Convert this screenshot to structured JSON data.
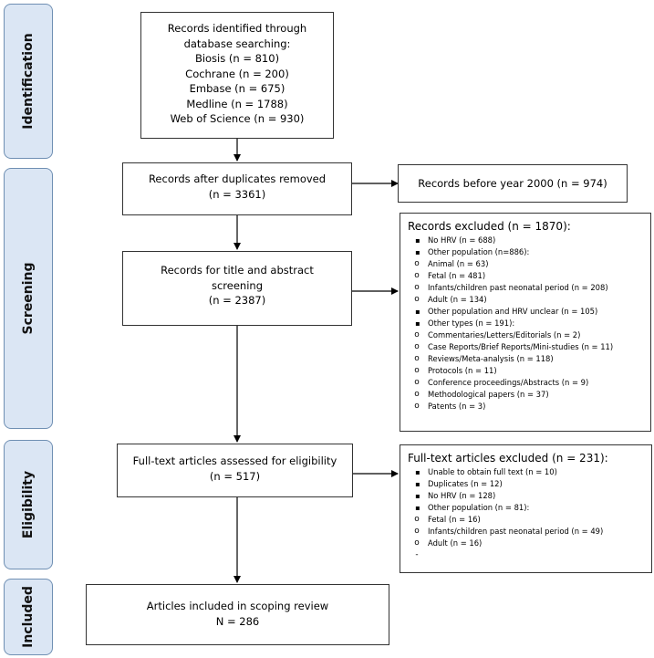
{
  "phases": {
    "identification": "Identification",
    "screening": "Screening",
    "eligibility": "Eligibility",
    "included": "Included"
  },
  "identified": {
    "line1": "Records identified through",
    "line2": "database searching:",
    "sources": [
      "Biosis (n = 810)",
      "Cochrane (n = 200)",
      "Embase (n = 675)",
      "Medline (n = 1788)",
      "Web of Science (n = 930)"
    ]
  },
  "duplicates_removed": {
    "line1": "Records after duplicates removed",
    "line2": "(n = 3361)"
  },
  "before_2000": {
    "text": "Records before year 2000 (n = 974)"
  },
  "screening_box": {
    "line1": "Records for title and abstract",
    "line2": "screening",
    "line3": "(n = 2387)"
  },
  "excluded_screening": {
    "title": "Records excluded (n = 1870):",
    "items": [
      {
        "level": 1,
        "marker": "▪",
        "text": "No HRV (n = 688)"
      },
      {
        "level": 1,
        "marker": "▪",
        "text": "Other population (n=886):"
      },
      {
        "level": 2,
        "marker": "o",
        "text": "Animal (n = 63)"
      },
      {
        "level": 2,
        "marker": "o",
        "text": "Fetal (n = 481)"
      },
      {
        "level": 2,
        "marker": "o",
        "text": "Infants/children past neonatal period (n = 208)"
      },
      {
        "level": 2,
        "marker": "o",
        "text": "Adult (n = 134)"
      },
      {
        "level": 1,
        "marker": "▪",
        "text": "Other population and HRV unclear (n = 105)"
      },
      {
        "level": 1,
        "marker": "▪",
        "text": "Other types (n = 191):"
      },
      {
        "level": 2,
        "marker": "o",
        "text": "Commentaries/Letters/Editorials (n = 2)"
      },
      {
        "level": 2,
        "marker": "o",
        "text": "Case Reports/Brief Reports/Mini-studies (n = 11)"
      },
      {
        "level": 2,
        "marker": "o",
        "text": "Reviews/Meta-analysis (n = 118)"
      },
      {
        "level": 2,
        "marker": "o",
        "text": "Protocols (n = 11)"
      },
      {
        "level": 2,
        "marker": "o",
        "text": "Conference proceedings/Abstracts (n = 9)"
      },
      {
        "level": 2,
        "marker": "o",
        "text": "Methodological papers (n = 37)"
      },
      {
        "level": 2,
        "marker": "o",
        "text": "Patents (n = 3)"
      }
    ]
  },
  "fulltext_box": {
    "line1": "Full-text articles assessed for eligibility",
    "line2": "(n = 517)"
  },
  "excluded_fulltext": {
    "title": "Full-text articles excluded (n = 231):",
    "items": [
      {
        "level": 1,
        "marker": "▪",
        "text": "Unable to obtain full text (n = 10)"
      },
      {
        "level": 1,
        "marker": "▪",
        "text": "Duplicates (n = 12)"
      },
      {
        "level": 1,
        "marker": "▪",
        "text": "No HRV (n = 128)"
      },
      {
        "level": 1,
        "marker": "▪",
        "text": "Other population (n = 81):"
      },
      {
        "level": 2,
        "marker": "o",
        "text": "Fetal (n = 16)"
      },
      {
        "level": 2,
        "marker": "o",
        "text": "Infants/children past neonatal period (n = 49)"
      },
      {
        "level": 2,
        "marker": "o",
        "text": "Adult (n = 16)"
      },
      {
        "level": 2,
        "marker": "-",
        "text": ""
      }
    ]
  },
  "included_box": {
    "line1": "Articles included in scoping review",
    "line2": "N = 286"
  },
  "colors": {
    "phase_fill": "#dbe6f4",
    "phase_border": "#6f8fb3",
    "box_border": "#333333",
    "arrow": "#000000"
  }
}
